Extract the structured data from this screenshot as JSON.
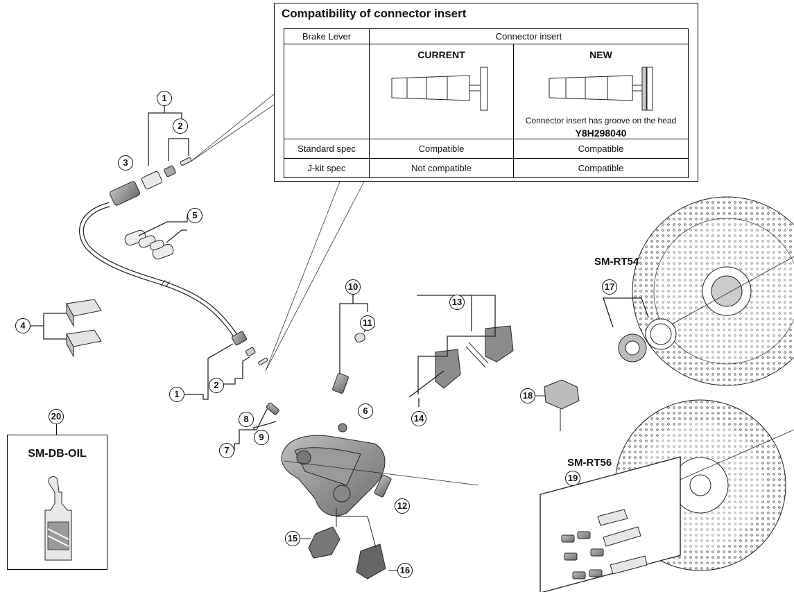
{
  "compat": {
    "title": "Compatibility of connector insert",
    "col_brake_lever": "Brake Lever",
    "col_connector_insert": "Connector insert",
    "current_label": "CURRENT",
    "new_label": "NEW",
    "new_note": "Connector insert has groove on the head",
    "new_part_no": "Y8H298040",
    "rows": [
      {
        "name": "Standard spec",
        "current": "Compatible",
        "new": "Compatible"
      },
      {
        "name": "J-kit spec",
        "current": "Not compatible",
        "new": "Compatible"
      }
    ]
  },
  "callouts": [
    "1",
    "2",
    "3",
    "4",
    "5",
    "1",
    "2",
    "6",
    "7",
    "8",
    "9",
    "10",
    "11",
    "12",
    "13",
    "14",
    "15",
    "16",
    "17",
    "18",
    "19",
    "20"
  ],
  "oil_label": "SM-DB-OIL",
  "rotor_labels": {
    "rt54": "SM-RT54",
    "rt56": "SM-RT56"
  }
}
